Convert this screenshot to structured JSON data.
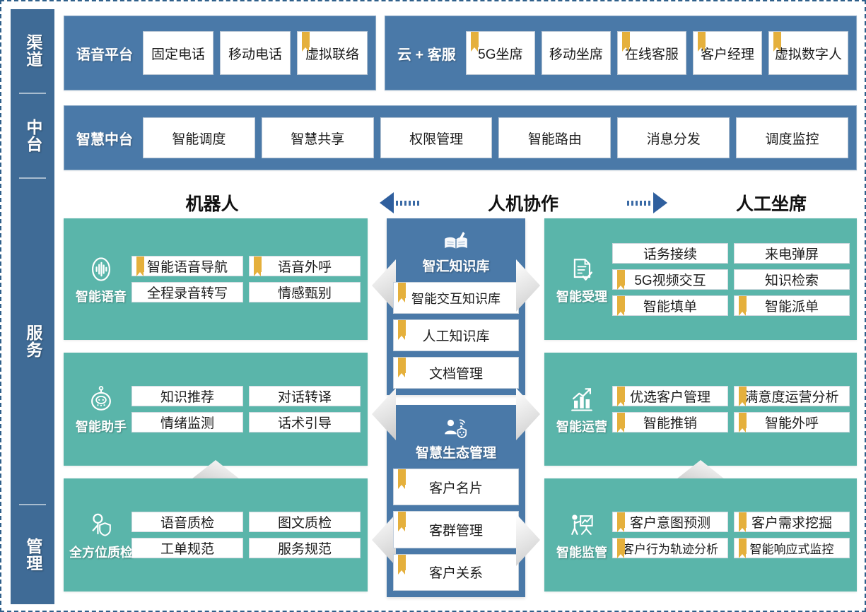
{
  "rail": {
    "segments": [
      {
        "name": "channel",
        "label": "渠道"
      },
      {
        "name": "platform",
        "label": "中台"
      },
      {
        "name": "service",
        "label": "服务"
      },
      {
        "name": "manage",
        "label": "管理"
      }
    ]
  },
  "colors": {
    "blue": "#4a79a8",
    "rail_blue": "#3f6b96",
    "green": "#5ab5aa",
    "ribbon_gold": "#e5b03c",
    "arrow_blue": "#2f5f9e",
    "border_dash": "#2e5f8a"
  },
  "channel_row": {
    "voice_platform": {
      "title": "语音平台",
      "items": [
        {
          "label": "固定电话",
          "ribbon": false
        },
        {
          "label": "移动电话",
          "ribbon": false
        },
        {
          "label": "虚拟联络",
          "ribbon": true
        }
      ]
    },
    "cloud_service": {
      "title": "云 + 客服",
      "items": [
        {
          "label": "5G坐席",
          "ribbon": true
        },
        {
          "label": "移动坐席",
          "ribbon": false
        },
        {
          "label": "在线客服",
          "ribbon": true
        },
        {
          "label": "客户经理",
          "ribbon": true
        },
        {
          "label": "虚拟数字人",
          "ribbon": true
        }
      ]
    }
  },
  "platform_row": {
    "title": "智慧中台",
    "items": [
      {
        "label": "智能调度",
        "ribbon": false
      },
      {
        "label": "智慧共享",
        "ribbon": false
      },
      {
        "label": "权限管理",
        "ribbon": false
      },
      {
        "label": "智能路由",
        "ribbon": false
      },
      {
        "label": "消息分发",
        "ribbon": false
      },
      {
        "label": "调度监控",
        "ribbon": false
      }
    ]
  },
  "section_headers": {
    "robot": "机器人",
    "collaboration": "人机协作",
    "agent": "人工坐席"
  },
  "left_panels": [
    {
      "name": "intelligent-voice",
      "label": "智能语音",
      "icon": "voice-wave-icon",
      "items": [
        {
          "label": "智能语音导航",
          "ribbon": true
        },
        {
          "label": "语音外呼",
          "ribbon": true
        },
        {
          "label": "全程录音转写",
          "ribbon": false
        },
        {
          "label": "情感甄别",
          "ribbon": false
        }
      ]
    },
    {
      "name": "intelligent-assistant",
      "label": "智能助手",
      "icon": "robot-head-icon",
      "items": [
        {
          "label": "知识推荐",
          "ribbon": false
        },
        {
          "label": "对话转译",
          "ribbon": false
        },
        {
          "label": "情绪监测",
          "ribbon": false
        },
        {
          "label": "话术引导",
          "ribbon": false
        }
      ]
    },
    {
      "name": "full-quality-inspection",
      "label": "全方位质检",
      "icon": "person-shield-icon",
      "items": [
        {
          "label": "语音质检",
          "ribbon": false
        },
        {
          "label": "图文质检",
          "ribbon": false
        },
        {
          "label": "工单规范",
          "ribbon": false
        },
        {
          "label": "服务规范",
          "ribbon": false
        }
      ]
    }
  ],
  "center_panels": [
    {
      "name": "knowledge-base",
      "title": "智汇知识库",
      "icon": "open-book-pen-icon",
      "items": [
        {
          "label": "智能交互知识库",
          "ribbon": true
        },
        {
          "label": "人工知识库",
          "ribbon": true
        },
        {
          "label": "文档管理",
          "ribbon": true
        }
      ]
    },
    {
      "name": "smart-ecosystem-management",
      "title": "智慧生态管理",
      "icon": "person-network-icon",
      "items": [
        {
          "label": "客户名片",
          "ribbon": true
        },
        {
          "label": "客群管理",
          "ribbon": true
        },
        {
          "label": "客户关系",
          "ribbon": true
        }
      ]
    }
  ],
  "right_panels": [
    {
      "name": "intelligent-acceptance",
      "label": "智能受理",
      "icon": "document-check-icon",
      "items": [
        {
          "label": "话务接续",
          "ribbon": false
        },
        {
          "label": "来电弹屏",
          "ribbon": false
        },
        {
          "label": "5G视频交互",
          "ribbon": true
        },
        {
          "label": "知识检索",
          "ribbon": false
        },
        {
          "label": "智能填单",
          "ribbon": true
        },
        {
          "label": "智能派单",
          "ribbon": true
        }
      ]
    },
    {
      "name": "intelligent-operation",
      "label": "智能运营",
      "icon": "bar-chart-up-icon",
      "items": [
        {
          "label": "优选客户管理",
          "ribbon": true
        },
        {
          "label": "满意度运营分析",
          "ribbon": true
        },
        {
          "label": "智能推销",
          "ribbon": true
        },
        {
          "label": "智能外呼",
          "ribbon": true
        }
      ]
    },
    {
      "name": "intelligent-supervision",
      "label": "智能监管",
      "icon": "presenter-board-icon",
      "items": [
        {
          "label": "客户意图预测",
          "ribbon": true
        },
        {
          "label": "客户需求挖掘",
          "ribbon": true
        },
        {
          "label": "客户行为轨迹分析",
          "ribbon": true
        },
        {
          "label": "智能响应式监控",
          "ribbon": true
        }
      ]
    }
  ]
}
